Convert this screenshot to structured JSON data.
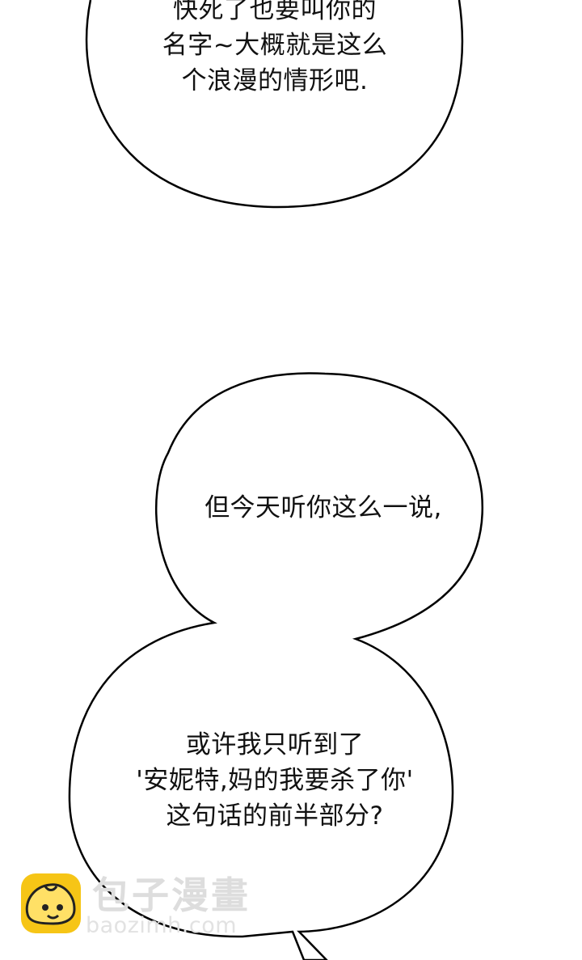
{
  "bubbles": [
    {
      "lines": [
        "快死了也要叫你的",
        "名字~大概就是这么",
        "个浪漫的情形吧."
      ]
    },
    {
      "lines": [
        "但今天听你这么一说,"
      ]
    },
    {
      "lines": [
        "或许我只听到了",
        "'安妮特,妈的我要杀了你'",
        "这句话的前半部分?"
      ]
    }
  ],
  "watermark": {
    "name": "包子漫畫",
    "domain": "baozimh.com",
    "logo_color": "#f6c516"
  }
}
